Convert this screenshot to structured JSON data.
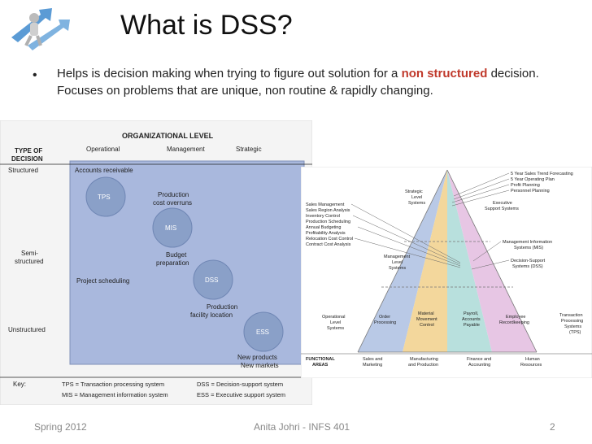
{
  "slide": {
    "title": "What is DSS?",
    "bullet": {
      "before": "Helps is decision making when trying to figure out solution for a ",
      "highlight": "non structured",
      "after": " decision. Focuses on problems that are unique, non routine  & rapidly changing."
    },
    "footer": {
      "left": "Spring 2012",
      "center": "Anita Johri - INFS 401",
      "page": "2"
    },
    "colors": {
      "highlight": "#c0392b",
      "grid_bg": "#a9b8dd",
      "bubble": "#8aa0c8"
    }
  },
  "org_chart": {
    "heading": "ORGANIZATIONAL LEVEL",
    "type_heading_1": "TYPE OF",
    "type_heading_2": "DECISION",
    "levels": [
      "Operational",
      "Management",
      "Strategic"
    ],
    "rows": [
      "Structured",
      "Semi-",
      "structured",
      "Unstructured"
    ],
    "items": {
      "accounts": "Accounts receivable",
      "production1": "Production",
      "production2": "cost overruns",
      "budget1": "Budget",
      "budget2": "preparation",
      "project": "Project scheduling",
      "facility1": "Production",
      "facility2": "facility location",
      "products1": "New products",
      "products2": "New markets"
    },
    "bubbles": [
      "TPS",
      "MIS",
      "DSS",
      "ESS"
    ],
    "key_label": "Key:",
    "key": [
      "TPS  = Transaction processing system",
      "DSS = Decision-support system",
      "MIS  = Management information system",
      "ESS  = Executive support system"
    ]
  },
  "pyramid": {
    "top_right": [
      "5 Year Sales Trend Forecasting",
      "5 Year Operating Plan",
      "Profit Planning",
      "Personnel Planning"
    ],
    "executive": [
      "Executive",
      "Support Systems"
    ],
    "strategic": [
      "Strategic",
      "Level",
      "Systems"
    ],
    "left_list": [
      "Sales Management",
      "Sales Region Analysis",
      "Inventory Control",
      "Production Scheduling",
      "Annual Budgeting",
      "Profitability Analysis",
      "Relocation Cost Control",
      "Contract Cost Analysis"
    ],
    "mis": [
      "Management Information",
      "Systems (MIS)"
    ],
    "dss": [
      "Decision-Support",
      "Systems (DSS)"
    ],
    "management": [
      "Management",
      "Level",
      "Systems"
    ],
    "operational": [
      "Operational",
      "Level",
      "Systems"
    ],
    "cells": [
      [
        "Order",
        "Processing"
      ],
      [
        "Material",
        "Movement",
        "Control"
      ],
      [
        "Payroll,",
        "Accounts",
        "Payable"
      ],
      [
        "Employee",
        "Recordkeeping"
      ]
    ],
    "tps": [
      "Transaction",
      "Processing",
      "Systems",
      "(TPS)"
    ],
    "functional": [
      "FUNCTIONAL",
      "AREAS"
    ],
    "areas": [
      [
        "Sales and",
        "Marketing"
      ],
      [
        "Manufacturing",
        "and Production"
      ],
      [
        "Finance and",
        "Accounting"
      ],
      [
        "Human",
        "Resources"
      ]
    ]
  }
}
